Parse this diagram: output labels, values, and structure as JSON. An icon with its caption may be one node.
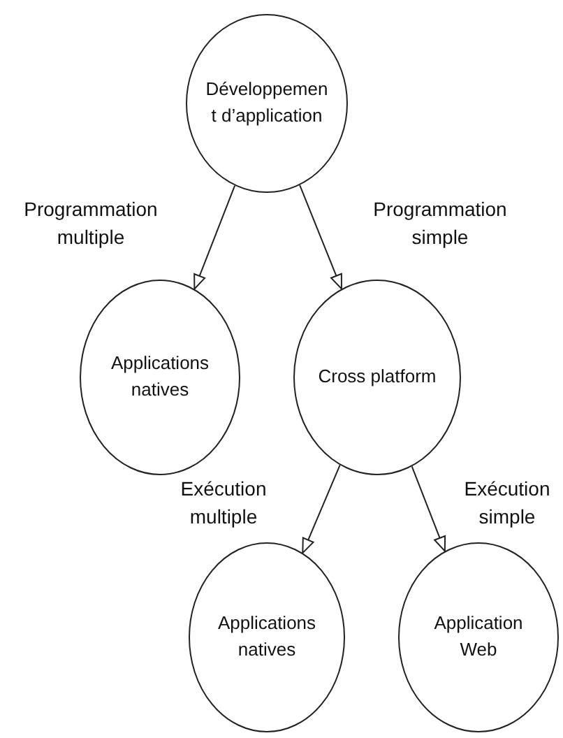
{
  "diagram": {
    "nodes": [
      {
        "text": [
          "Développement d’application"
        ]
      },
      {
        "text": [
          "Applications natives"
        ]
      },
      {
        "text": [
          "Cross platform"
        ]
      },
      {
        "text": [
          "Applications natives"
        ]
      },
      {
        "text": [
          "Application Web"
        ]
      }
    ],
    "edges": [
      {
        "from": 0,
        "to": 1,
        "arrow": "to",
        "label": "Programmation multiple"
      },
      {
        "from": 0,
        "to": 2,
        "arrow": "to",
        "label": "Programmation simple"
      },
      {
        "from": 2,
        "to": 3,
        "arrow": "to",
        "label": "Exécution multiple"
      },
      {
        "from": 2,
        "to": 4,
        "arrow": "to",
        "label": "Exécution simple"
      }
    ]
  }
}
